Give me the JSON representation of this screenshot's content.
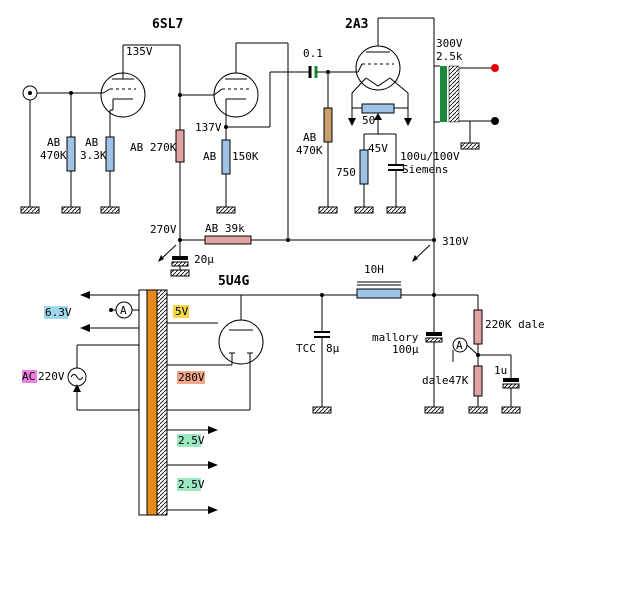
{
  "tubes": {
    "v1": "6SL7",
    "v2": "2A3",
    "rect": "5U4G"
  },
  "voltages": {
    "b135": "135V",
    "b137": "137V",
    "b270": "270V",
    "b300": "300V",
    "b310": "310V",
    "bias45": "45V",
    "v63": "6.3V",
    "v5": "5V",
    "v220": "220V",
    "v280": "280V",
    "v25a": "2.5V",
    "v25b": "2.5V",
    "ac": "AC"
  },
  "components": {
    "r_ab1": "AB",
    "r470k": "470K",
    "r_ab2": "AB",
    "r33k": "3.3K",
    "r270k": "AB 270K",
    "r_ab3": "AB",
    "r150k": "150K",
    "cap01": "0.1",
    "r_ab4": "AB",
    "r470k2": "470K",
    "pot50": "50",
    "r750": "750",
    "cap100u": "100u/100V",
    "siemens": "Siemens",
    "r39k": "AB 39k",
    "c20u": "20μ",
    "opt": "2.5k",
    "choke": "10H",
    "tcc": "TCC",
    "c8u": "8μ",
    "mallory": "mallory",
    "c100u": "100μ",
    "r220k": "220K dale",
    "r47k": "dale47K",
    "c1u": "1u"
  },
  "meter_label": "A",
  "colors": {
    "blue": "#9fc3e6",
    "pink": "#e3a3a3",
    "tan": "#caa070",
    "green": "#1a8a3a",
    "orange": "#e8891a",
    "red": "#e00000"
  }
}
